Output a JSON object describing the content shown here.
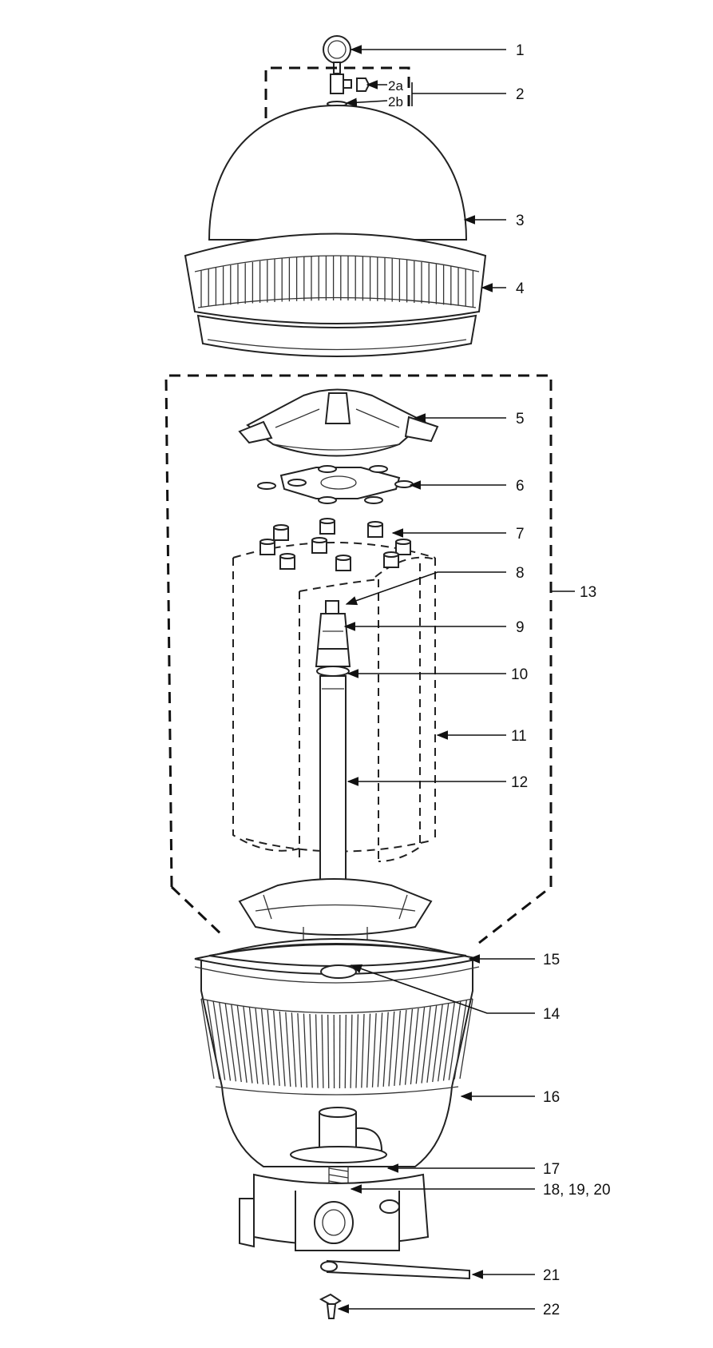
{
  "callouts": {
    "c1": "1",
    "c2": "2",
    "c2a": "2a",
    "c2b": "2b",
    "c3": "3",
    "c4": "4",
    "c5": "5",
    "c6": "6",
    "c7": "7",
    "c8": "8",
    "c9": "9",
    "c10": "10",
    "c11": "11",
    "c12": "12",
    "c13": "13",
    "c14": "14",
    "c15": "15",
    "c16": "16",
    "c17": "17",
    "c18": "18, 19, 20",
    "c21": "21",
    "c22": "22"
  }
}
